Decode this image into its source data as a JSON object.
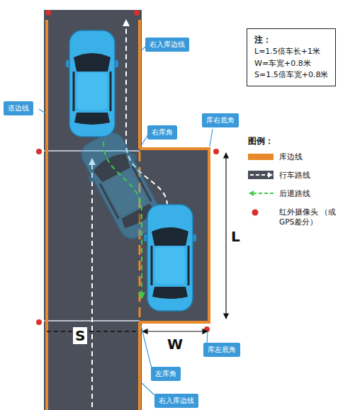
{
  "diagram": {
    "nodes": [
      {
        "text": [
          "注：",
          "L=1.5倍车长+1米",
          "W=车宽+0.8米",
          "S=1.5倍车宽+0.8米"
        ]
      },
      {
        "text": [
          "右入库边线"
        ]
      },
      {
        "text": [
          "道边线"
        ]
      },
      {
        "text": [
          "右库角"
        ]
      },
      {
        "text": [
          "库右底角"
        ]
      },
      {
        "text": [
          "左库角"
        ]
      },
      {
        "text": [
          "库左底角"
        ]
      },
      {
        "text": [
          "右入库边线"
        ]
      }
    ],
    "labels": [
      "图例：",
      "L",
      "S",
      "W"
    ],
    "legend": [
      {
        "text": "库边线",
        "color": "#e8892b"
      },
      {
        "text": "行车路线"
      },
      {
        "text": "后退路线"
      },
      {
        "text": "红外摄像头 （或GPS差分）"
      }
    ]
  }
}
